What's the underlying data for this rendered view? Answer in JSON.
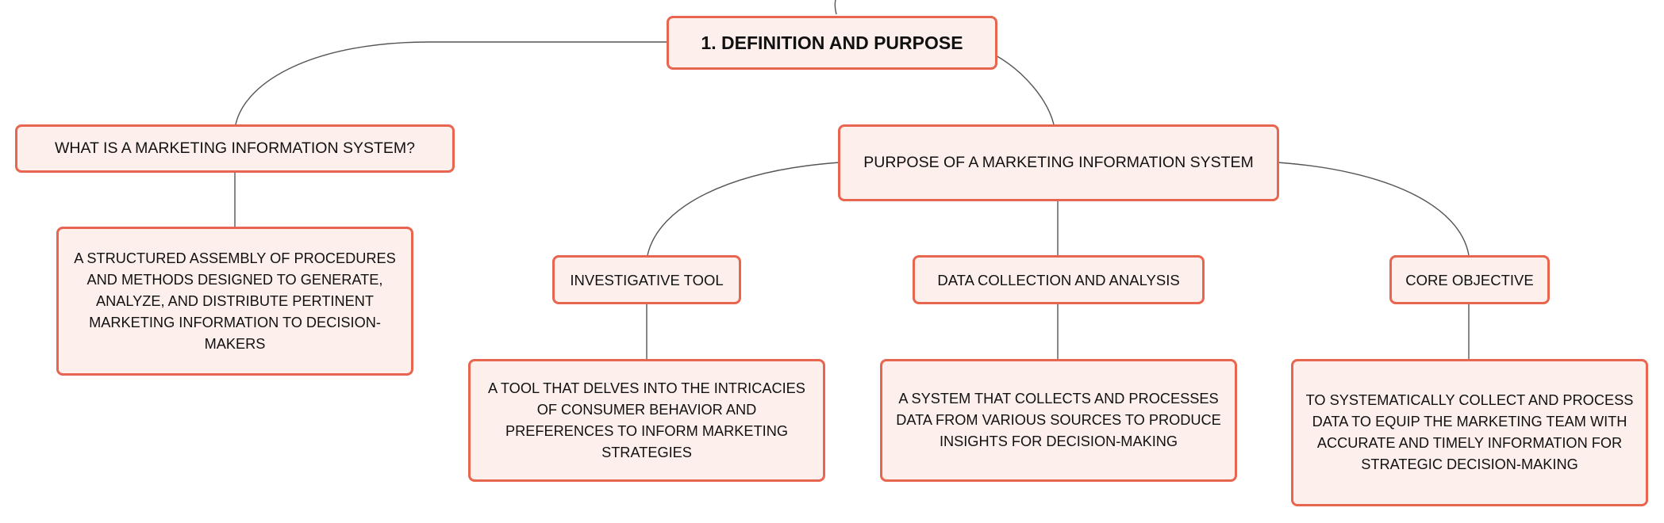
{
  "mind_map": {
    "root": {
      "label": "1. DEFINITION AND PURPOSE"
    },
    "branch_what": {
      "label": "WHAT IS A MARKETING INFORMATION SYSTEM?",
      "detail": "A STRUCTURED ASSEMBLY OF PROCEDURES AND METHODS DESIGNED TO GENERATE, ANALYZE, AND DISTRIBUTE PERTINENT MARKETING INFORMATION TO DECISION-MAKERS"
    },
    "branch_purpose": {
      "label": "PURPOSE OF A MARKETING INFORMATION SYSTEM",
      "children": [
        {
          "label": "INVESTIGATIVE TOOL",
          "detail": "A TOOL THAT DELVES INTO THE INTRICACIES OF CONSUMER BEHAVIOR AND PREFERENCES TO INFORM MARKETING STRATEGIES"
        },
        {
          "label": "DATA COLLECTION AND ANALYSIS",
          "detail": "A SYSTEM THAT COLLECTS AND PROCESSES DATA FROM VARIOUS SOURCES TO PRODUCE INSIGHTS FOR DECISION-MAKING"
        },
        {
          "label": "CORE OBJECTIVE",
          "detail": "TO SYSTEMATICALLY COLLECT AND PROCESS DATA TO EQUIP THE MARKETING TEAM WITH ACCURATE AND TIMELY INFORMATION FOR STRATEGIC DECISION-MAKING"
        }
      ]
    }
  },
  "colors": {
    "node_fill": "#fdf0ec",
    "node_border": "#e8654f",
    "connector": "#555555",
    "text": "#111111"
  }
}
